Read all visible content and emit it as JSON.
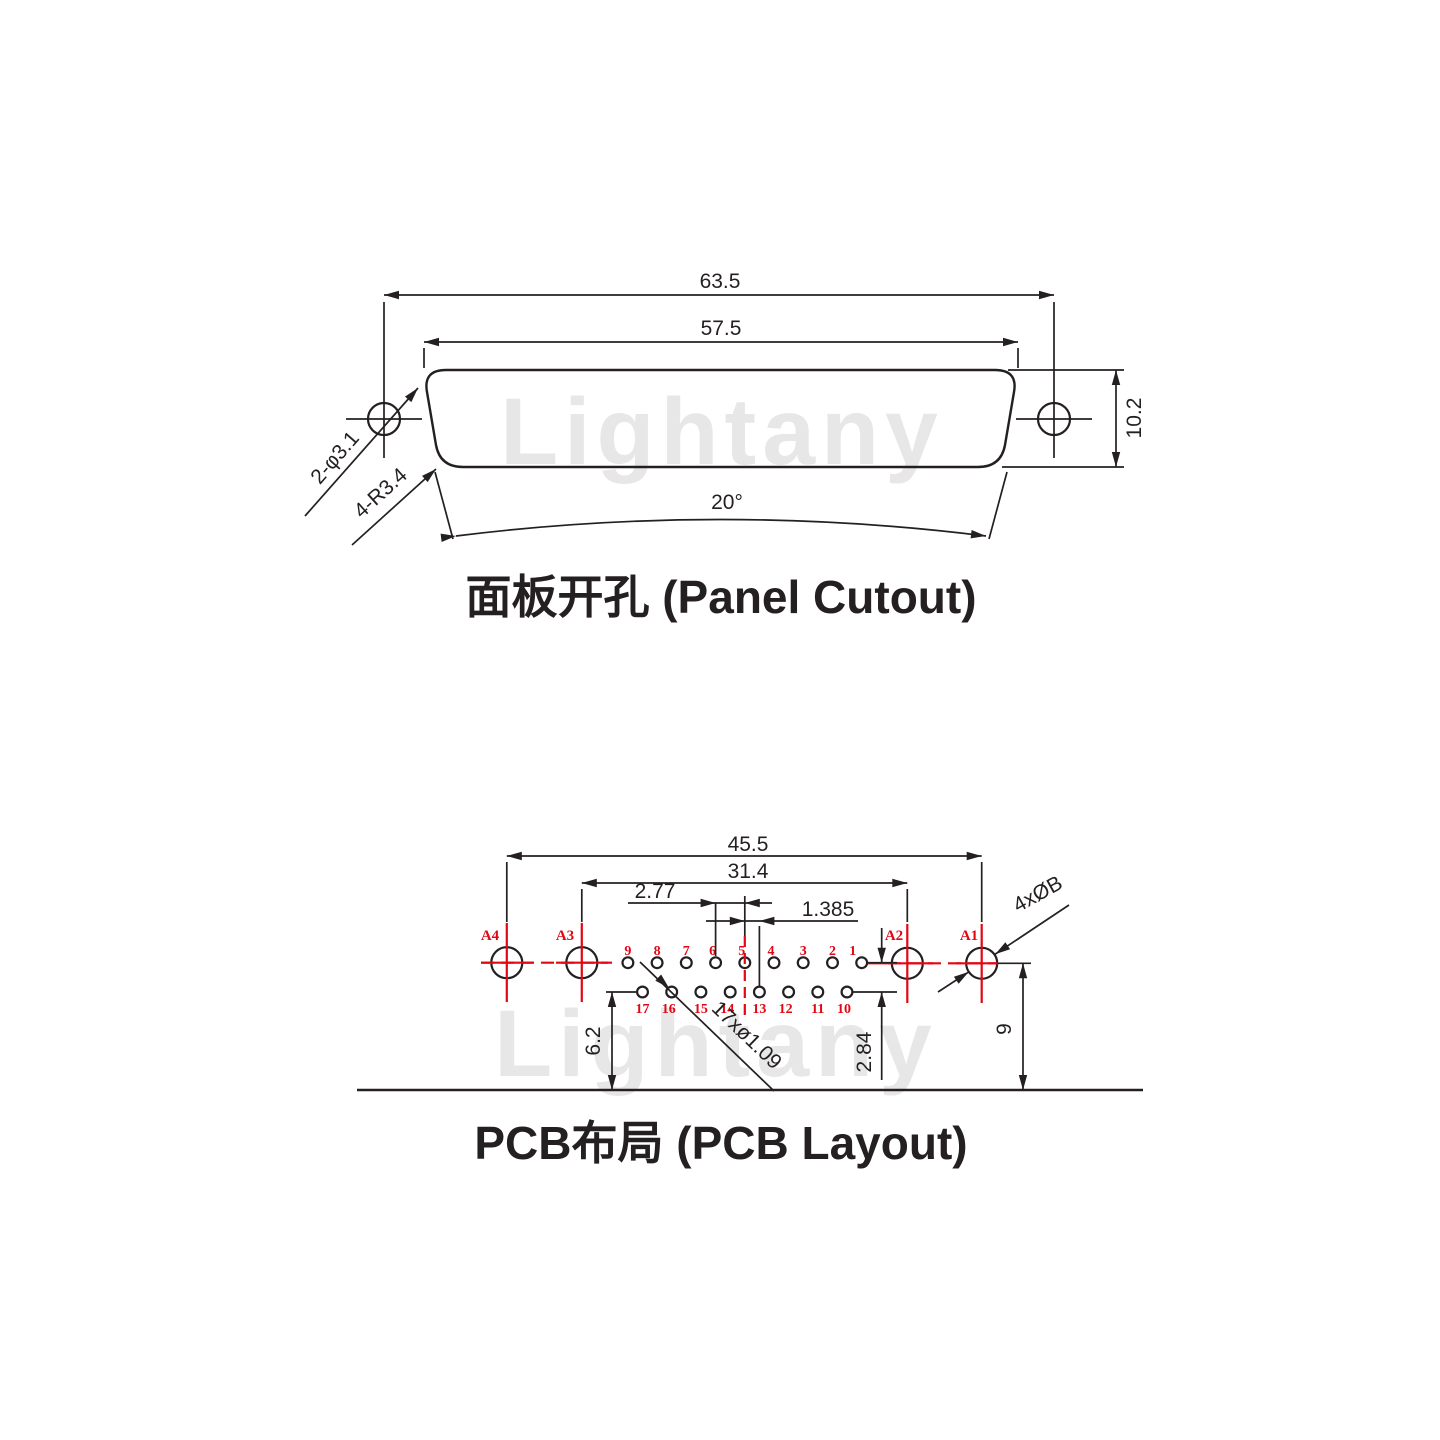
{
  "colors": {
    "line": "#241f21",
    "red": "#e30613",
    "watermark": "#e7e7e7"
  },
  "watermark_text": "Lightany",
  "panel_cutout": {
    "title": "面板开孔 (Panel Cutout)",
    "dim_outer_width": "63.5",
    "dim_inner_width": "57.5",
    "dim_height": "10.2",
    "dim_angle": "20°",
    "label_holes": "2-φ3.1",
    "label_corner_radius": "4-R3.4"
  },
  "pcb_layout": {
    "title": "PCB布局 (PCB Layout)",
    "dim_mount_span": "45.5",
    "dim_coax_span": "31.4",
    "dim_pin_pitch": "2.77",
    "dim_row_offset": "1.385",
    "dim_row2_to_edge": "6.2",
    "dim_row_gap": "2.84",
    "dim_row1_to_edge": "9",
    "label_coax_holes": "4xØB",
    "label_pin_holes": "17xø1.09",
    "coax_labels": [
      "A4",
      "A3",
      "A2",
      "A1"
    ],
    "pin_labels_top": [
      "9",
      "8",
      "7",
      "6",
      "5",
      "4",
      "3",
      "2",
      "1"
    ],
    "pin_labels_bottom": [
      "17",
      "16",
      "15",
      "14",
      "13",
      "12",
      "11",
      "10"
    ]
  }
}
